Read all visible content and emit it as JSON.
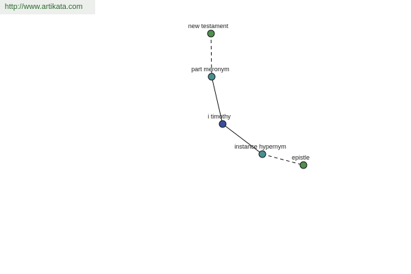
{
  "site": {
    "url": "http://www.artikata.com"
  },
  "graph": {
    "nodes": [
      {
        "id": "new-testament",
        "label": "new testament",
        "role": "related-term",
        "color": "#4f8f4f"
      },
      {
        "id": "part-meronym",
        "label": "part meronym",
        "role": "relation",
        "color": "#4a8f8f"
      },
      {
        "id": "i-timothy",
        "label": "i timothy",
        "role": "main-term",
        "color": "#3b4fa0"
      },
      {
        "id": "instance-hypernym",
        "label": "instance hypernym",
        "role": "relation",
        "color": "#4a8f8f"
      },
      {
        "id": "epistle",
        "label": "epistle",
        "role": "related-term",
        "color": "#4f8f4f"
      }
    ],
    "edges": [
      {
        "from": "new-testament",
        "to": "part-meronym",
        "style": "dashed"
      },
      {
        "from": "part-meronym",
        "to": "i-timothy",
        "style": "solid"
      },
      {
        "from": "i-timothy",
        "to": "instance-hypernym",
        "style": "solid"
      },
      {
        "from": "instance-hypernym",
        "to": "epistle",
        "style": "dashed"
      }
    ]
  }
}
